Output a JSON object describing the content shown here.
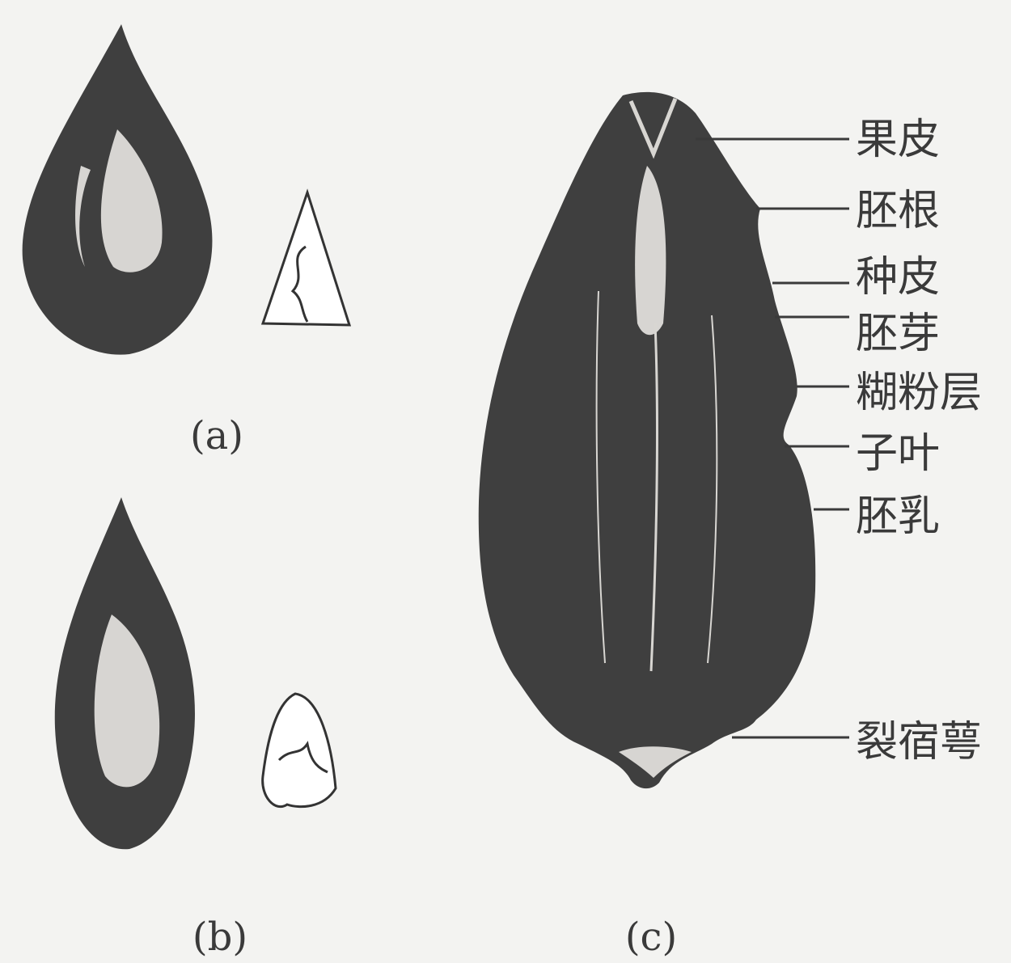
{
  "labels": {
    "pericarp": "果皮",
    "radicle": "胚根",
    "seed_coat": "种皮",
    "plumule": "胚芽",
    "aleurone": "糊粉层",
    "cotyledon": "子叶",
    "endosperm": "胚乳",
    "persistent_calyx": "裂宿萼"
  },
  "captions": {
    "a": "(a)",
    "b": "(b)",
    "c": "(c)"
  }
}
